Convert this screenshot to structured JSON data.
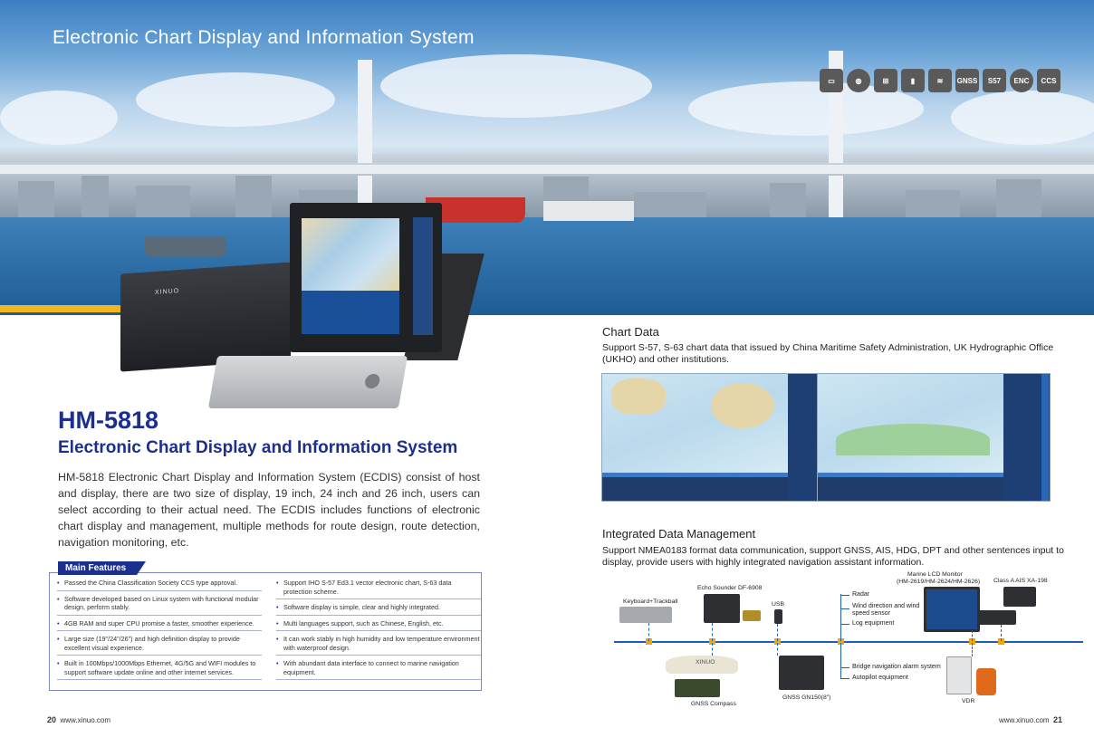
{
  "header": {
    "title": "Electronic Chart Display and Information System",
    "icons": [
      {
        "name": "display-icon",
        "glyph": "▭"
      },
      {
        "name": "globe-icon",
        "glyph": "◍"
      },
      {
        "name": "network-icon",
        "glyph": "⊞"
      },
      {
        "name": "signal-icon",
        "glyph": "▮"
      },
      {
        "name": "wifi-icon",
        "glyph": "≋"
      },
      {
        "name": "gnss-icon",
        "glyph": "GNSS"
      },
      {
        "name": "s57-icon",
        "glyph": "S57"
      },
      {
        "name": "enc-icon",
        "glyph": "ENC"
      },
      {
        "name": "ccs-icon",
        "glyph": "CCS"
      }
    ]
  },
  "product": {
    "host_brand": "XINUO",
    "model": "HM-5818",
    "subtitle": "Electronic Chart Display and Information System",
    "description": "HM-5818 Electronic Chart Display and Information System (ECDIS) consist of host and display, there are two size of display, 19 inch, 24 inch and 26 inch, users can select according to their actual need. The ECDIS includes functions of electronic chart display and management, multiple methods for route design, route detection, navigation monitoring, etc."
  },
  "features": {
    "tab": "Main Features",
    "left": [
      "Passed the China Classification Society CCS type approval.",
      "Software developed based on Linux system with functional modular design, perform stably.",
      "4GB RAM and super CPU promise a faster, smoother experience.",
      "Large size (19\"/24\"/26\") and high definition display to provide excellent visual experience.",
      "Built in 100Mbps/1000Mbps Ethernet, 4G/5G and WIFI modules to support software update online and other internet services."
    ],
    "right": [
      "Support IHO S-57 Ed3.1 vector electronic chart, S-63 data protection scheme.",
      "Software display is simple, clear and highly integrated.",
      "Multi languages support, such as Chinese, English, etc.",
      "It can work stably in high humidity and low temperature environment with waterproof design.",
      "With abundant data interface to connect to marine navigation equipment."
    ]
  },
  "chart_section": {
    "title": "Chart Data",
    "text": "Support S-57, S-63 chart data that issued by China Maritime Safety Administration, UK Hydrographic Office (UKHO) and other institutions."
  },
  "data_section": {
    "title": "Integrated Data Management",
    "text": "Support NMEA0183 format data communication, support GNSS, AIS, HDG, DPT and other sentences input to display, provide users with highly integrated navigation assistant information."
  },
  "diagram": {
    "keyboard": "Keyboard+Trackball",
    "echo": "Echo Sounder DF-6908",
    "usb": "USB",
    "monitor": "Marine LCD Monitor",
    "monitor_models": "(HM-2619/HM-2624/HM-2626)",
    "ais": "Class A AIS XA-198",
    "radar": "Radar",
    "wind": "Wind direction and wind speed sensor",
    "log": "Log equipment",
    "bridge": "Bridge navigation alarm system",
    "autopilot": "Autopilot equipment",
    "compass": "GNSS Compass",
    "compass_brand": "XINUO",
    "gnss": "GNSS GN150(8\")",
    "vdr": "VDR"
  },
  "footer": {
    "left_page": "20",
    "left_url": "www.xinuo.com",
    "right_url": "www.xinuo.com",
    "right_page": "21"
  }
}
